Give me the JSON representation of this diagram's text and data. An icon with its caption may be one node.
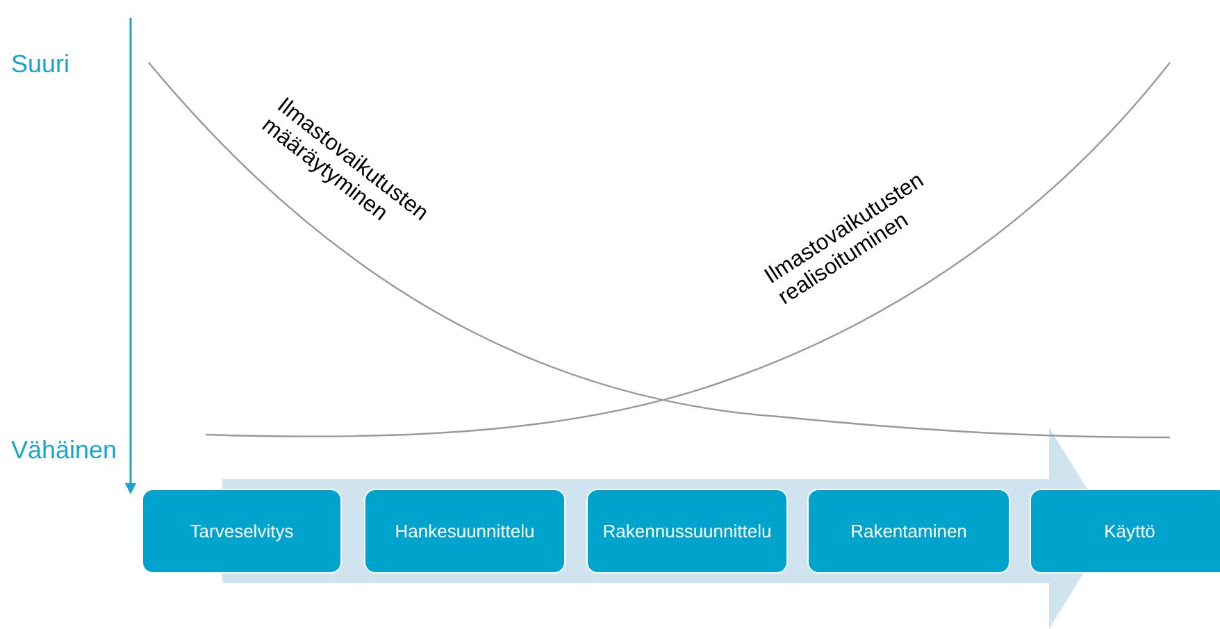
{
  "diagram": {
    "nodes": [
      {
        "text": [
          "Tarveselvitys"
        ]
      },
      {
        "text": [
          "Hankesuunnittelu"
        ]
      },
      {
        "text": [
          "Rakennussuunnittelu"
        ]
      },
      {
        "text": [
          "Rakentaminen"
        ]
      },
      {
        "text": [
          "Käyttö"
        ]
      }
    ],
    "edges": [],
    "labels": [
      "Suuri",
      "Vähäinen",
      "Ilmastovaikutusten määräytyminen",
      "Ilmastovaikutusten realisoituminen"
    ]
  }
}
